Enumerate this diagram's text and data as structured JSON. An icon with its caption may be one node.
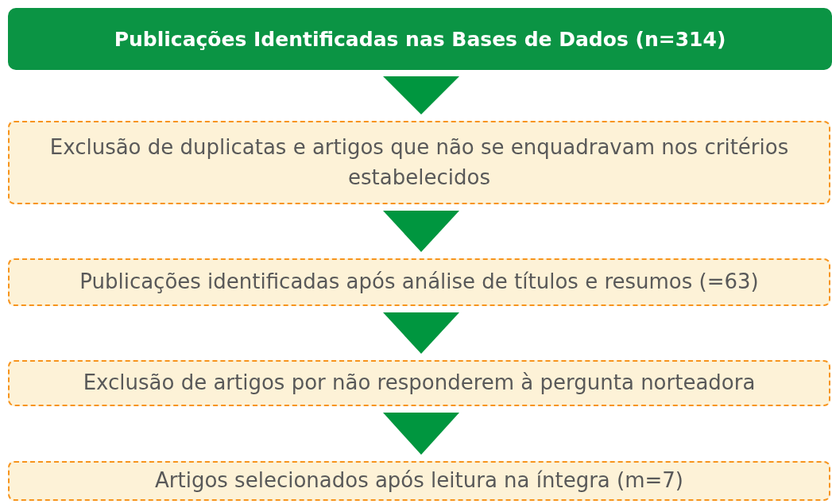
{
  "diagram": {
    "nodes": [
      {
        "text": [
          "Publicações Identificadas nas Bases de Dados (n=314)"
        ]
      },
      {
        "text": [
          "Exclusão de duplicatas e artigos que não se enquadravam nos critérios estabelecidos"
        ]
      },
      {
        "text": [
          "Publicações identificadas após análise de títulos e resumos (=63)"
        ]
      },
      {
        "text": [
          "Exclusão de artigos por não responderem à pergunta norteadora"
        ]
      },
      {
        "text": [
          "Artigos selecionados após leitura na íntegra (m=7)"
        ]
      }
    ],
    "edges": [
      {
        "from": 0,
        "to": 1,
        "arrow": "to"
      },
      {
        "from": 1,
        "to": 2,
        "arrow": "to"
      },
      {
        "from": 2,
        "to": 3,
        "arrow": "to"
      },
      {
        "from": 3,
        "to": 4,
        "arrow": "to"
      }
    ]
  }
}
